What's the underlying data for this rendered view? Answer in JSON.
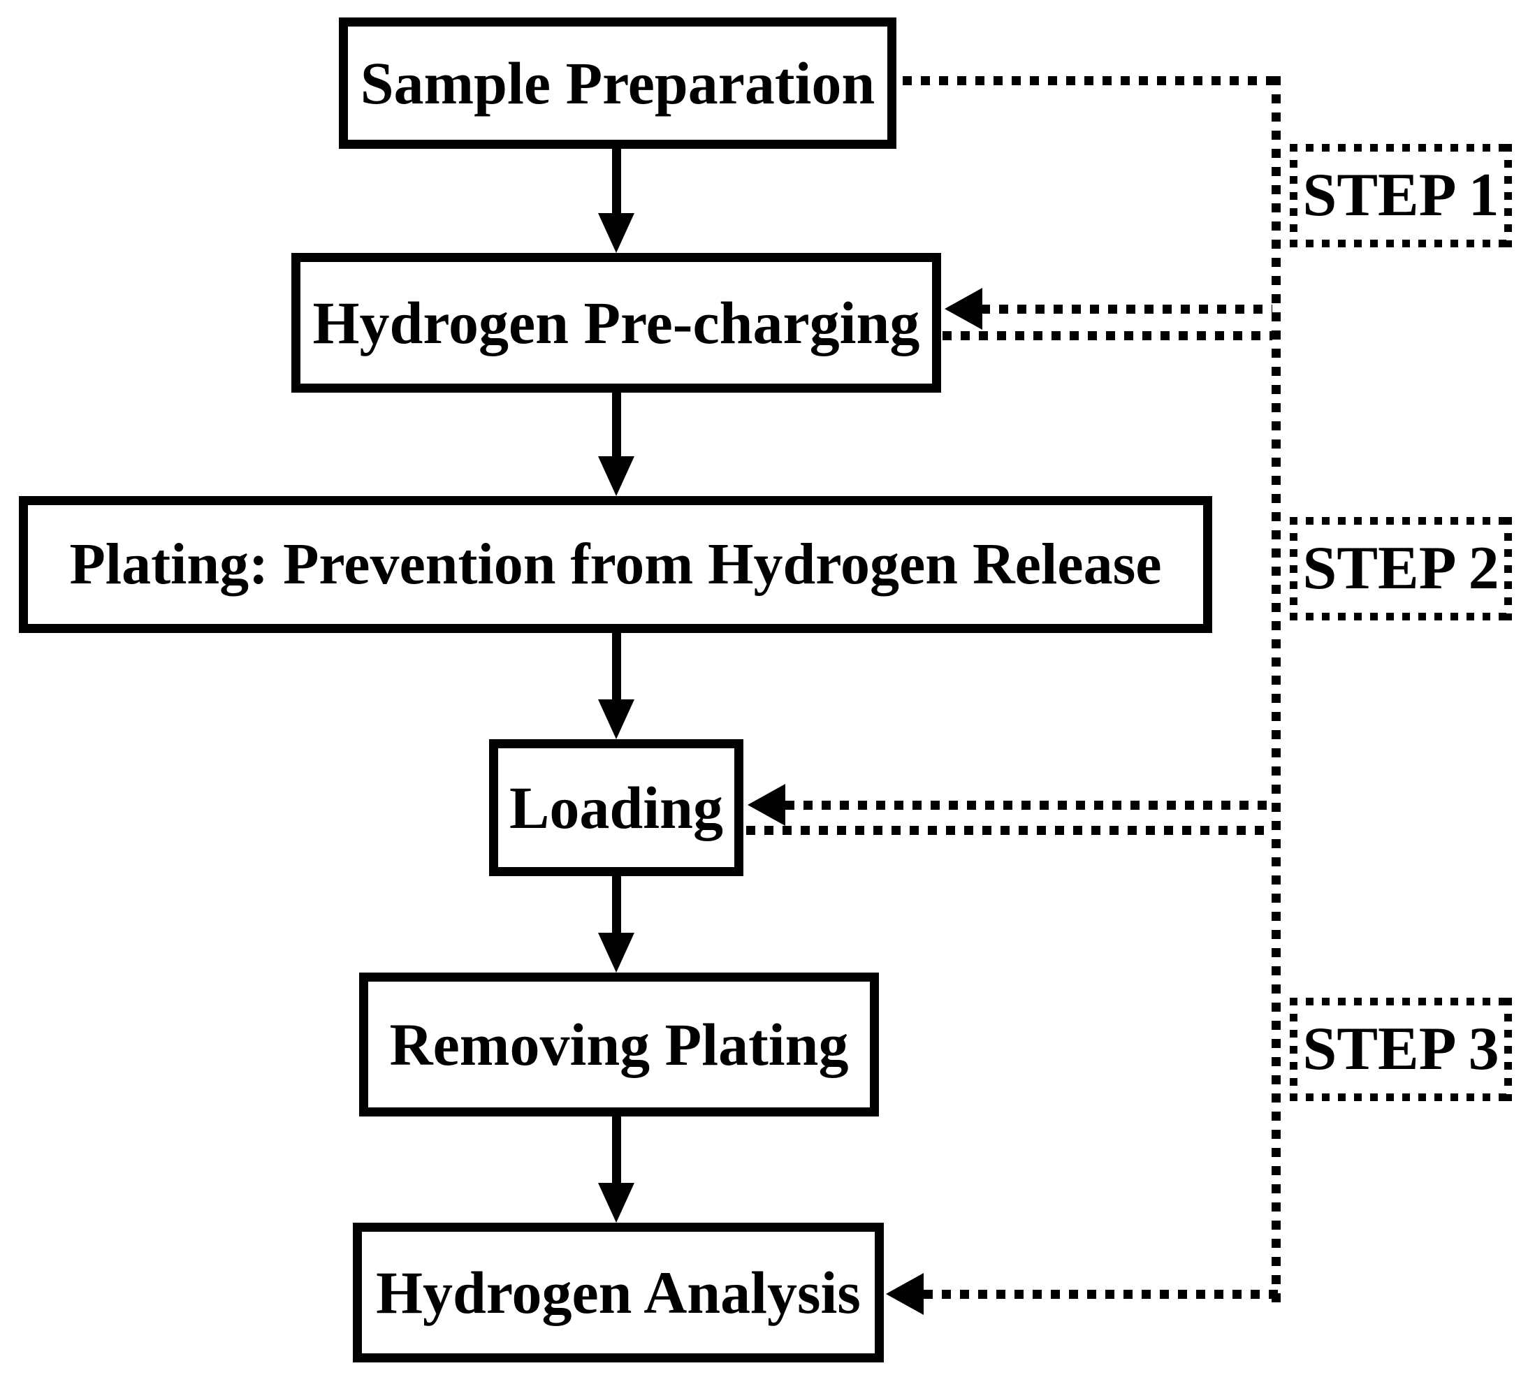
{
  "flowchart": {
    "colors": {
      "ink": "#000000",
      "background": "#ffffff"
    },
    "nodes": [
      {
        "label": "Sample Preparation"
      },
      {
        "label": "Hydrogen Pre-charging"
      },
      {
        "label": "Plating: Prevention from Hydrogen Release"
      },
      {
        "label": "Loading"
      },
      {
        "label": "Removing Plating"
      },
      {
        "label": "Hydrogen Analysis"
      }
    ],
    "steps": [
      {
        "label": "STEP 1"
      },
      {
        "label": "STEP 2"
      },
      {
        "label": "STEP 3"
      }
    ]
  }
}
